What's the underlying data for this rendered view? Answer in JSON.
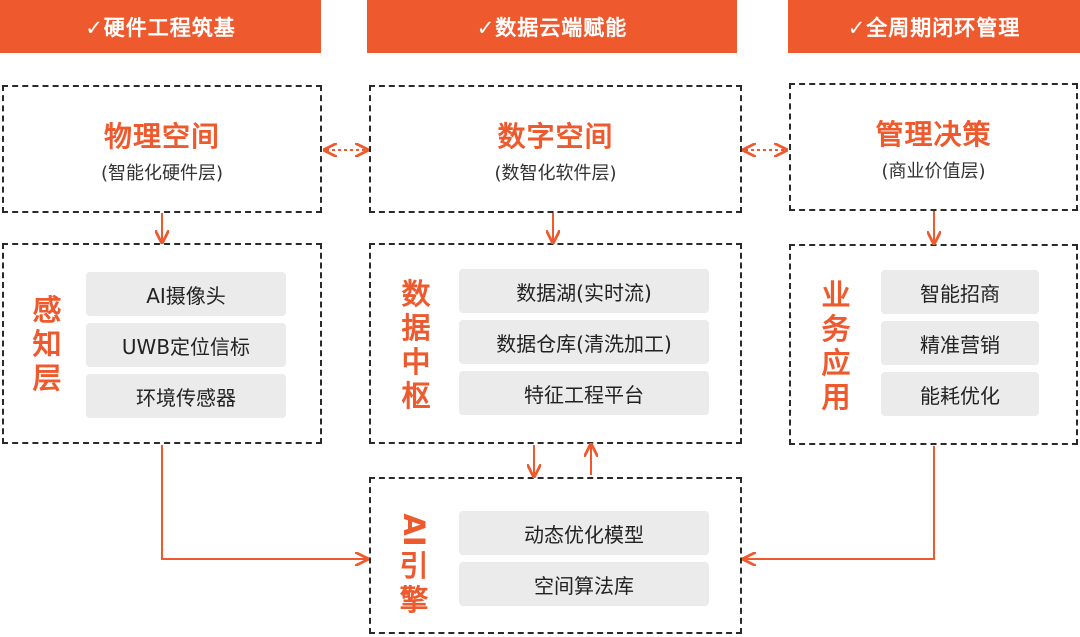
{
  "headers": [
    {
      "label": "✓硬件工程筑基"
    },
    {
      "label": "✓数据云端赋能"
    },
    {
      "label": "✓全周期闭环管理"
    }
  ],
  "top_boxes": [
    {
      "title": "物理空间",
      "subtitle": "(智能化硬件层)"
    },
    {
      "title": "数字空间",
      "subtitle": "(数智化软件层)"
    },
    {
      "title": "管理决策",
      "subtitle": "(商业价值层)"
    }
  ],
  "sensing": {
    "label": "感知层",
    "items": [
      "AI摄像头",
      "UWB定位信标",
      "环境传感器"
    ]
  },
  "data_center": {
    "label": "数据中枢",
    "items": [
      "数据湖(实时流)",
      "数据仓库(清洗加工)",
      "特征工程平台"
    ]
  },
  "business": {
    "label": "业务应用",
    "items": [
      "智能招商",
      "精准营销",
      "能耗优化"
    ]
  },
  "ai_engine": {
    "label": "AI引擎",
    "items": [
      "动态优化模型",
      "空间算法库"
    ]
  },
  "colors": {
    "accent": "#ee5a2e",
    "pill_bg": "#ebebeb",
    "border": "#2a2a2a"
  }
}
